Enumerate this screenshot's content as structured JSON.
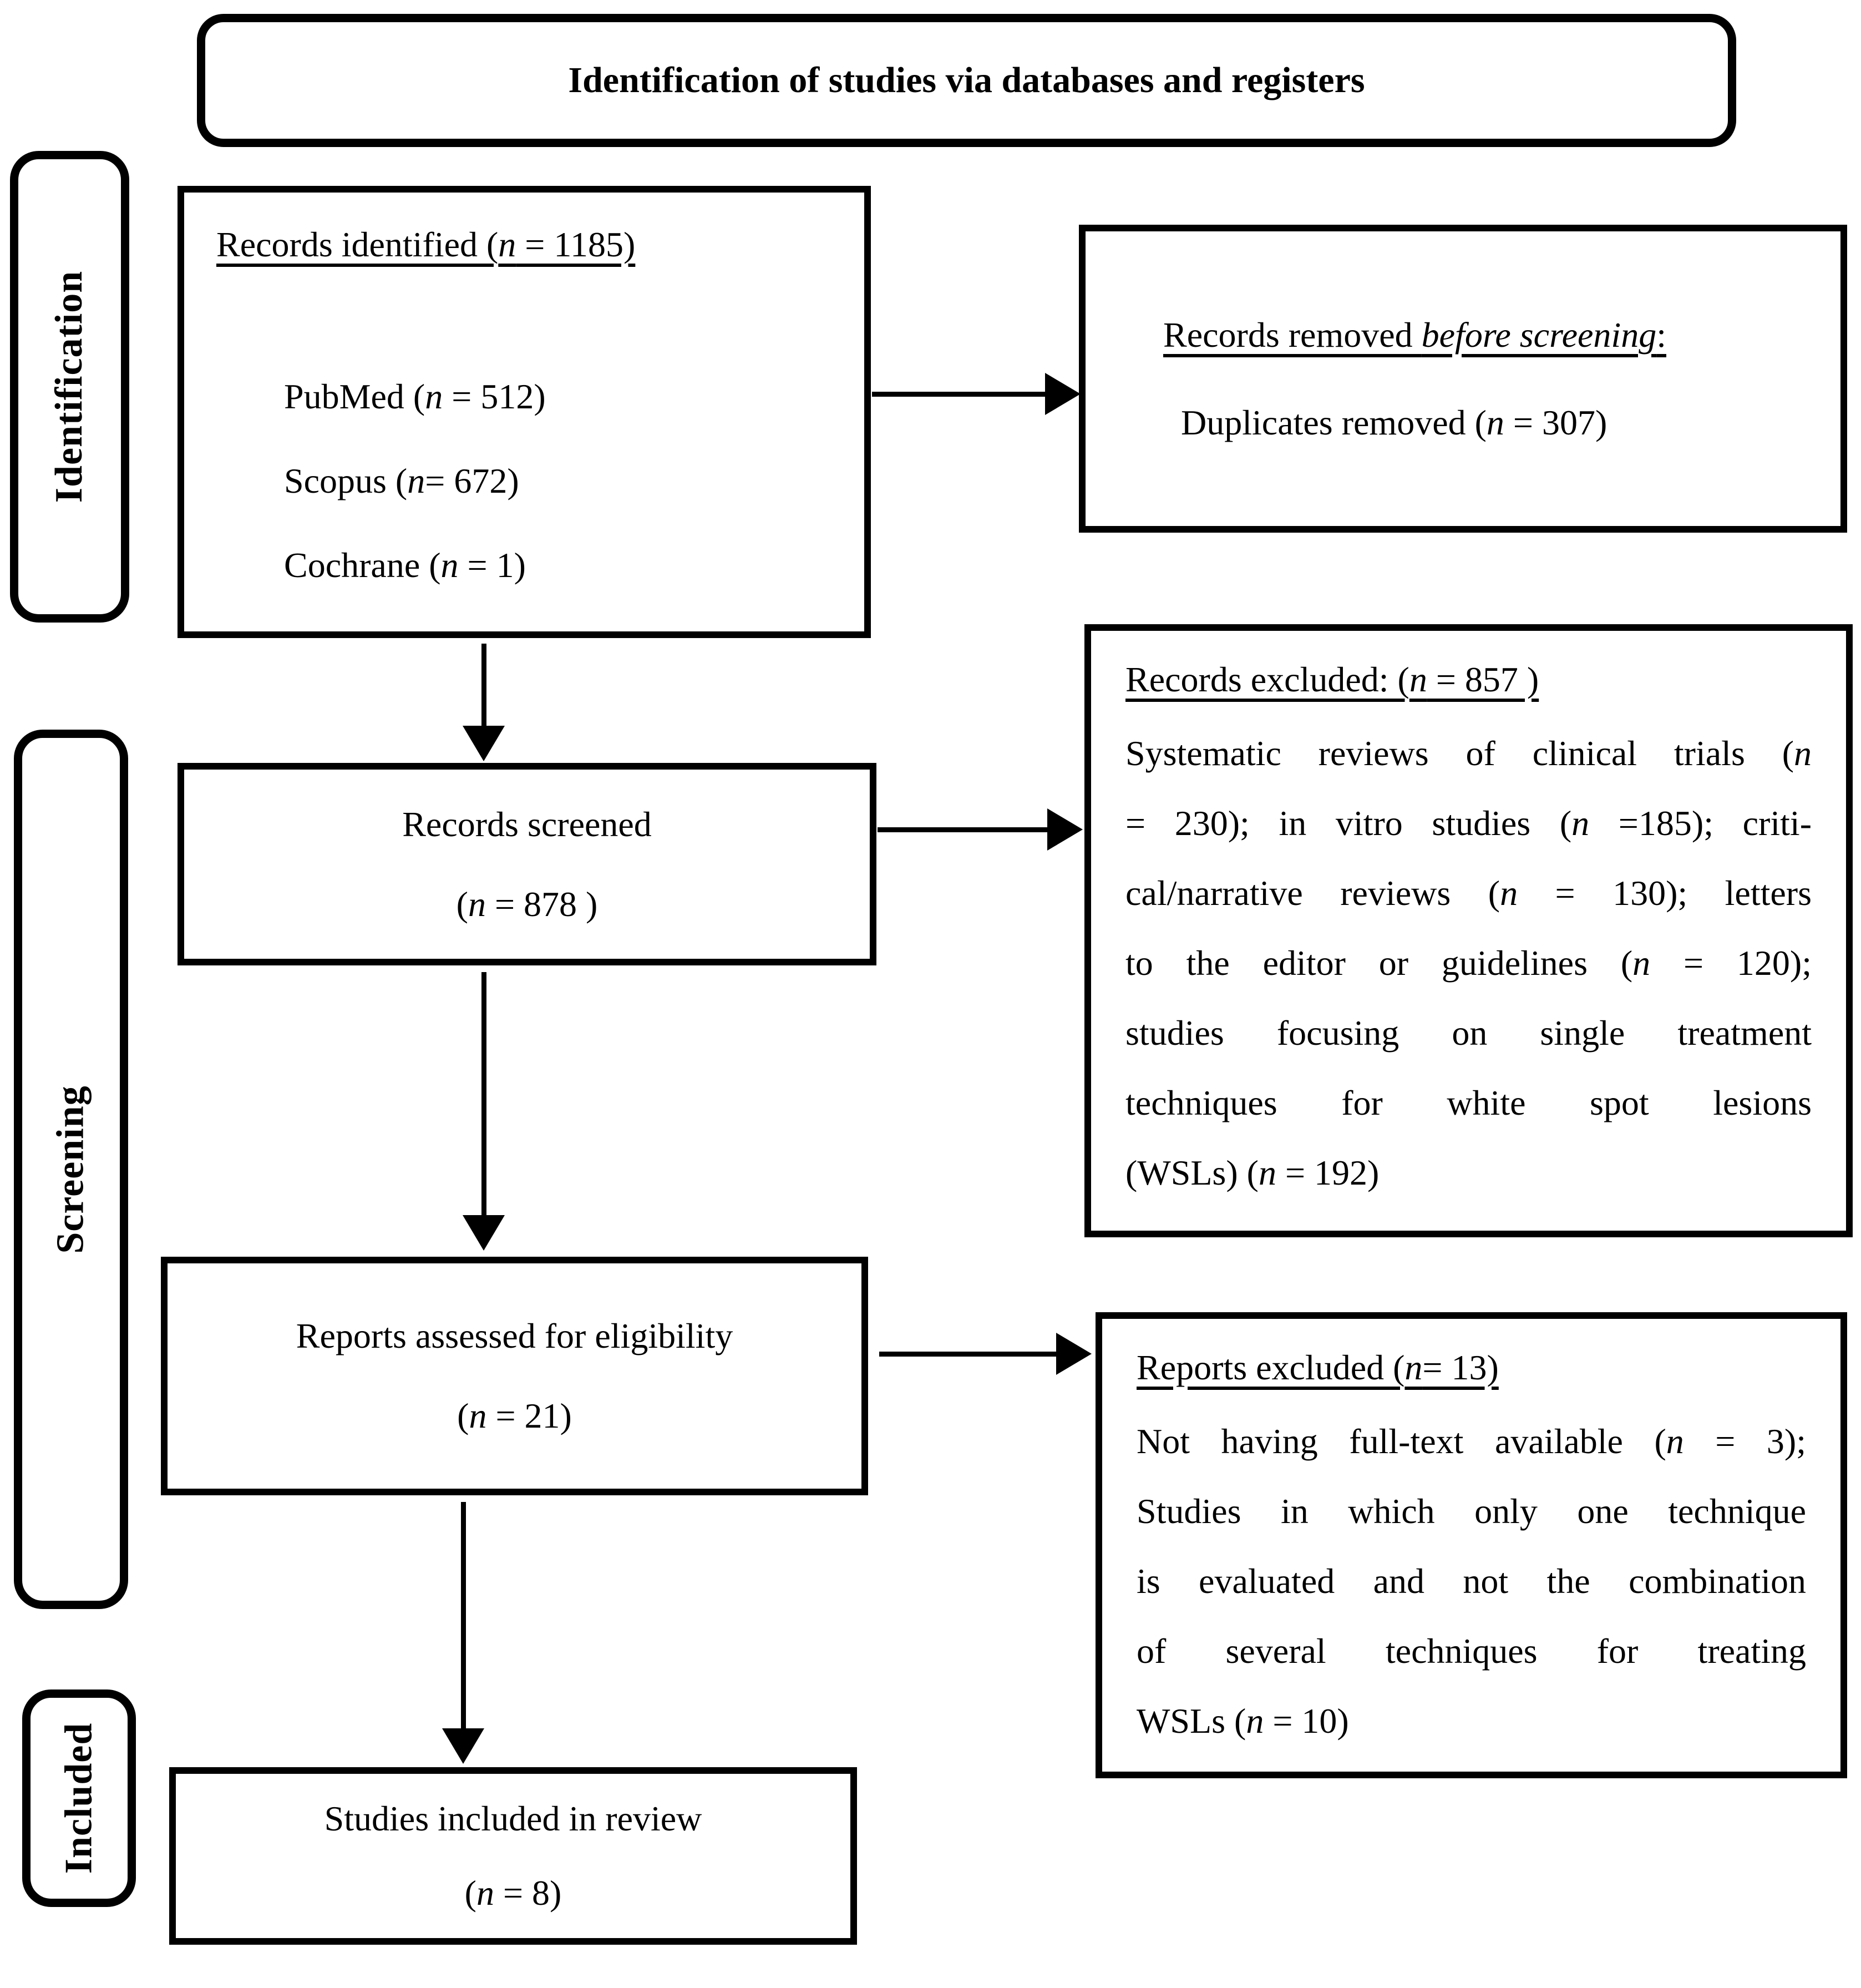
{
  "diagram": {
    "header": "Identification of studies via databases and registers",
    "stages": {
      "identification": "Identification",
      "screening": "Screening",
      "included": "Included"
    },
    "records_identified": {
      "title": "Records identified (n = 1185)",
      "items": [
        "PubMed (n = 512)",
        "Scopus (n= 672)",
        "Cochrane (n = 1)"
      ]
    },
    "records_removed": {
      "title_prefix": "Records removed ",
      "title_italic": "before screening",
      "title_suffix": ":",
      "body": "Duplicates removed (n = 307)"
    },
    "records_screened": {
      "line1": "Records screened",
      "line2": "(n = 878 )"
    },
    "records_excluded": {
      "title": "Records excluded: (n = 857 )",
      "lines": [
        "Systematic reviews of clinical trials (n",
        "= 230); in vitro studies (n =185); criti-",
        "cal/narrative reviews (n = 130); letters",
        "to the editor or guidelines (n = 120);",
        "studies focusing on single treatment",
        "techniques for white spot lesions",
        "(WSLs) (n = 192)"
      ]
    },
    "reports_assessed": {
      "line1": "Reports assessed for eligibility",
      "line2": "(n = 21)"
    },
    "reports_excluded": {
      "title": "Reports excluded (n= 13)",
      "lines": [
        "Not having full-text available (n = 3);",
        "Studies in which only one technique",
        "is evaluated and not the combination",
        "of several techniques for treating",
        "WSLs (n = 10)"
      ]
    },
    "studies_included": {
      "line1": "Studies included in review",
      "line2": "(n = 8)"
    }
  }
}
